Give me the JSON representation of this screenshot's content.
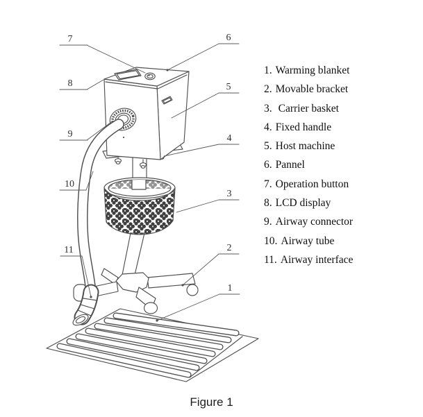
{
  "figure": {
    "caption": "Figure 1"
  },
  "legend": {
    "items": [
      {
        "number": "1.",
        "label": "Warming blanket"
      },
      {
        "number": "2.",
        "label": "Movable bracket"
      },
      {
        "number": "3.",
        "label": "Carrier basket"
      },
      {
        "number": "4.",
        "label": "Fixed handle"
      },
      {
        "number": "5.",
        "label": "Host machine"
      },
      {
        "number": "6.",
        "label": "Pannel"
      },
      {
        "number": "7.",
        "label": "Operation button"
      },
      {
        "number": "8.",
        "label": "LCD display"
      },
      {
        "number": "9.",
        "label": "Airway connector"
      },
      {
        "number": "10.",
        "label": "Airway tube"
      },
      {
        "number": "11.",
        "label": "Airway interface"
      }
    ]
  },
  "callouts": [
    {
      "number": "1"
    },
    {
      "number": "2"
    },
    {
      "number": "3"
    },
    {
      "number": "4"
    },
    {
      "number": "5"
    },
    {
      "number": "6"
    },
    {
      "number": "7"
    },
    {
      "number": "8"
    },
    {
      "number": "9"
    },
    {
      "number": "10"
    },
    {
      "number": "11"
    }
  ],
  "colors": {
    "background": "#ffffff",
    "line_art": "#4f4f4f",
    "text": "#0f0f0f"
  }
}
